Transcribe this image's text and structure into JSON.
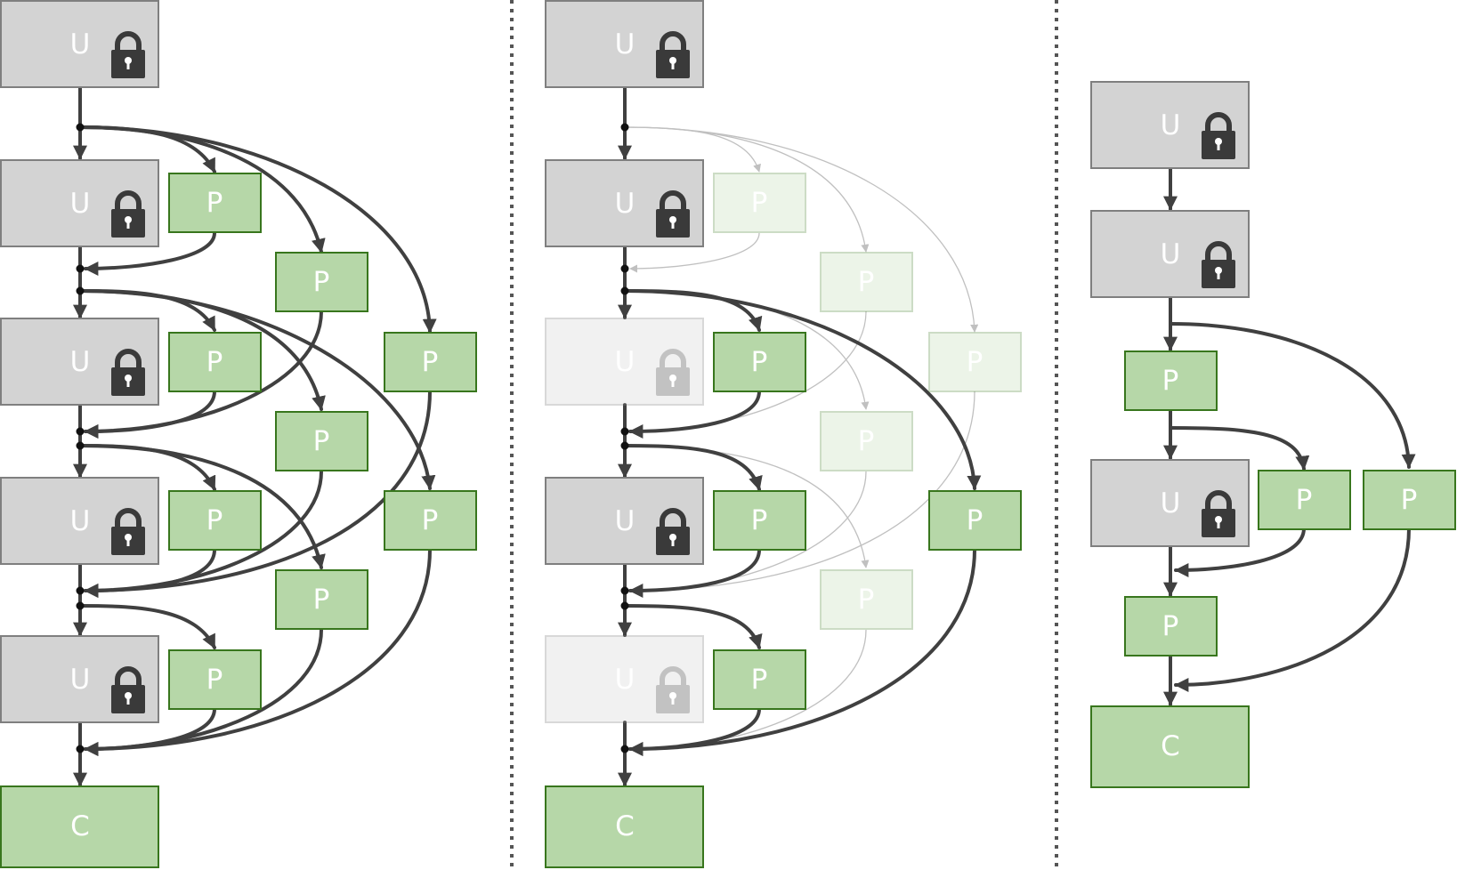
{
  "diagram": {
    "labels": {
      "frozen": "U",
      "trainable": "P",
      "classifier": "C"
    },
    "colors": {
      "frozen_fill": "#d3d3d3",
      "frozen_stroke": "#7f7f7f",
      "trainable_fill": "#b6d7a8",
      "trainable_stroke": "#38761d",
      "edge": "#404040",
      "edge_faded": "#c0c0c0",
      "lock": "#3a3a3a",
      "separator": "#555555"
    },
    "icons": {
      "lock": "lock-icon"
    },
    "panels": [
      {
        "name": "panel-dense",
        "description_visible": false
      },
      {
        "name": "panel-pruned",
        "description_visible": false
      },
      {
        "name": "panel-compact",
        "description_visible": false
      }
    ]
  }
}
